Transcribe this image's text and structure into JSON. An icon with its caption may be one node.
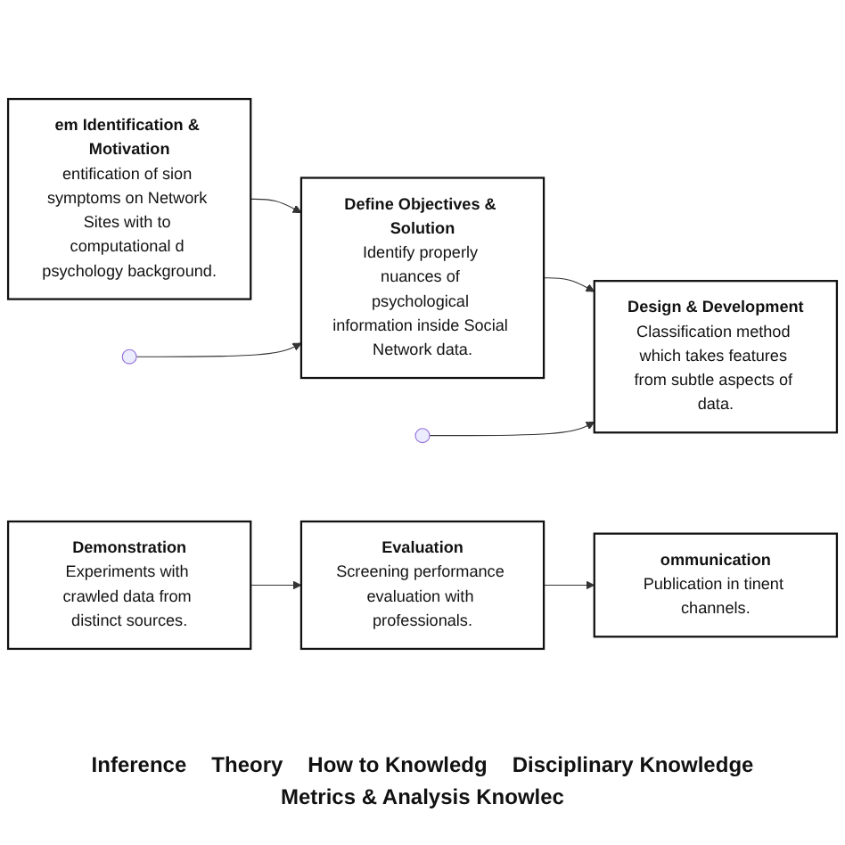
{
  "diagram": {
    "nodes": [
      {
        "text": [
          "em Identification & Motivation",
          "entification of sion symptoms on Network Sites with to computational d psychology background."
        ]
      },
      {
        "text": [
          "Define Objectives & Solution",
          "Identify properly nuances of psychological information inside Social Network data."
        ]
      },
      {
        "text": [
          "Design & Development",
          "Classification method which takes features from subtle aspects of data."
        ]
      },
      {
        "text": [
          "ommunication",
          "Publication in tinent channels."
        ]
      },
      {
        "text": [
          "Evaluation",
          "Screening performance evaluation with professionals."
        ]
      },
      {
        "text": [
          "Demonstration",
          "Experiments with crawled data from distinct sources."
        ]
      }
    ],
    "edges": [
      {
        "from": 0,
        "to": 1,
        "arrow": "to"
      },
      {
        "from": 1,
        "to": 2,
        "arrow": "to"
      },
      {
        "from": null,
        "to": 1,
        "arrow": "to"
      },
      {
        "from": null,
        "to": 2,
        "arrow": "to"
      },
      {
        "from": 5,
        "to": 4,
        "arrow": "to"
      },
      {
        "from": 4,
        "to": 3,
        "arrow": "to"
      }
    ],
    "labels": [
      "Inference",
      "Theory",
      "How to Knowledg",
      "Disciplinary Knowledge",
      "Metrics & Analysis Knowlec"
    ]
  }
}
